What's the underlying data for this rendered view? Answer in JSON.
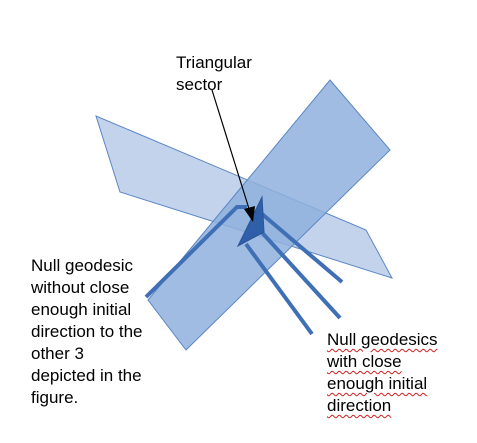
{
  "labels": {
    "triangular_sector": [
      "Triangular",
      "sector"
    ],
    "null_geodesic_single": [
      "Null geodesic",
      "without close",
      "enough initial",
      "direction to the",
      "other 3",
      "depicted in the",
      "figure."
    ],
    "null_geodesics_close": [
      "Null geodesics",
      "with close",
      "enough initial",
      "direction"
    ]
  },
  "colors": {
    "plane_light": "#b7cbe8",
    "plane_dark": "#8fb0dd",
    "plane_stroke": "#5b86c4",
    "geodesic": "#3f6fb5",
    "sector": "#2f5fa8",
    "spellcheck": "#d02020"
  }
}
